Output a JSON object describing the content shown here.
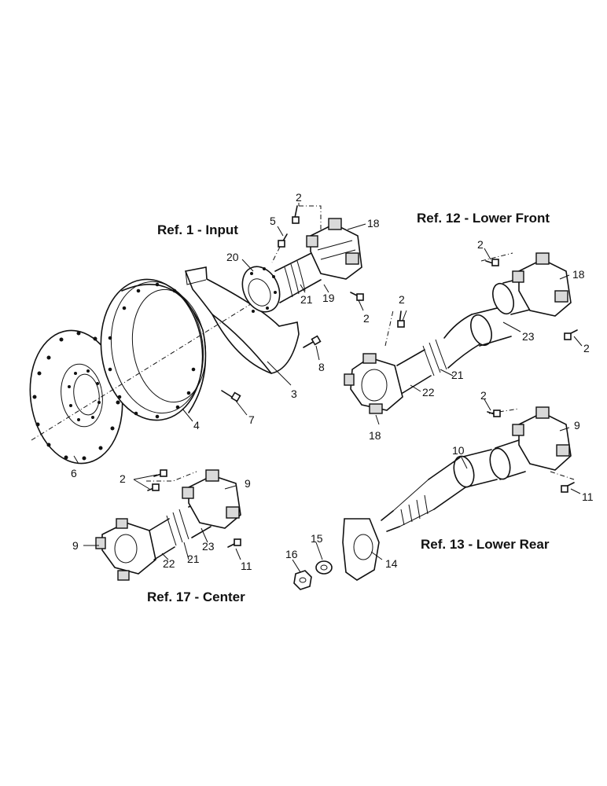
{
  "titles": {
    "input": "Ref. 1 - Input",
    "lower_front": "Ref. 12 - Lower Front",
    "lower_rear": "Ref. 13 - Lower Rear",
    "center": "Ref. 17 - Center"
  },
  "callouts": {
    "input_bolt_top": "2",
    "input_bolt_5": "5",
    "input_yoke_18": "18",
    "input_flange_20": "20",
    "input_21": "21",
    "input_19": "19",
    "input_bolt_lower": "2",
    "input_bolt_8": "8",
    "shield_3": "3",
    "adapter_4": "4",
    "bolt_7": "7",
    "plate_6": "6",
    "front_bolt_top": "2",
    "front_yoke_18_top": "18",
    "front_bolt_mid": "2",
    "front_23": "23",
    "front_bolt_right": "2",
    "front_21": "21",
    "front_22": "22",
    "front_yoke_18_bottom": "18",
    "rear_bolt_top": "2",
    "rear_yoke_9": "9",
    "rear_10": "10",
    "rear_bolt_11": "11",
    "rear_14": "14",
    "rear_15": "15",
    "rear_16": "16",
    "center_bolt_2": "2",
    "center_yoke_9_right": "9",
    "center_yoke_9_left": "9",
    "center_22": "22",
    "center_21": "21",
    "center_23": "23",
    "center_bolt_11": "11"
  }
}
